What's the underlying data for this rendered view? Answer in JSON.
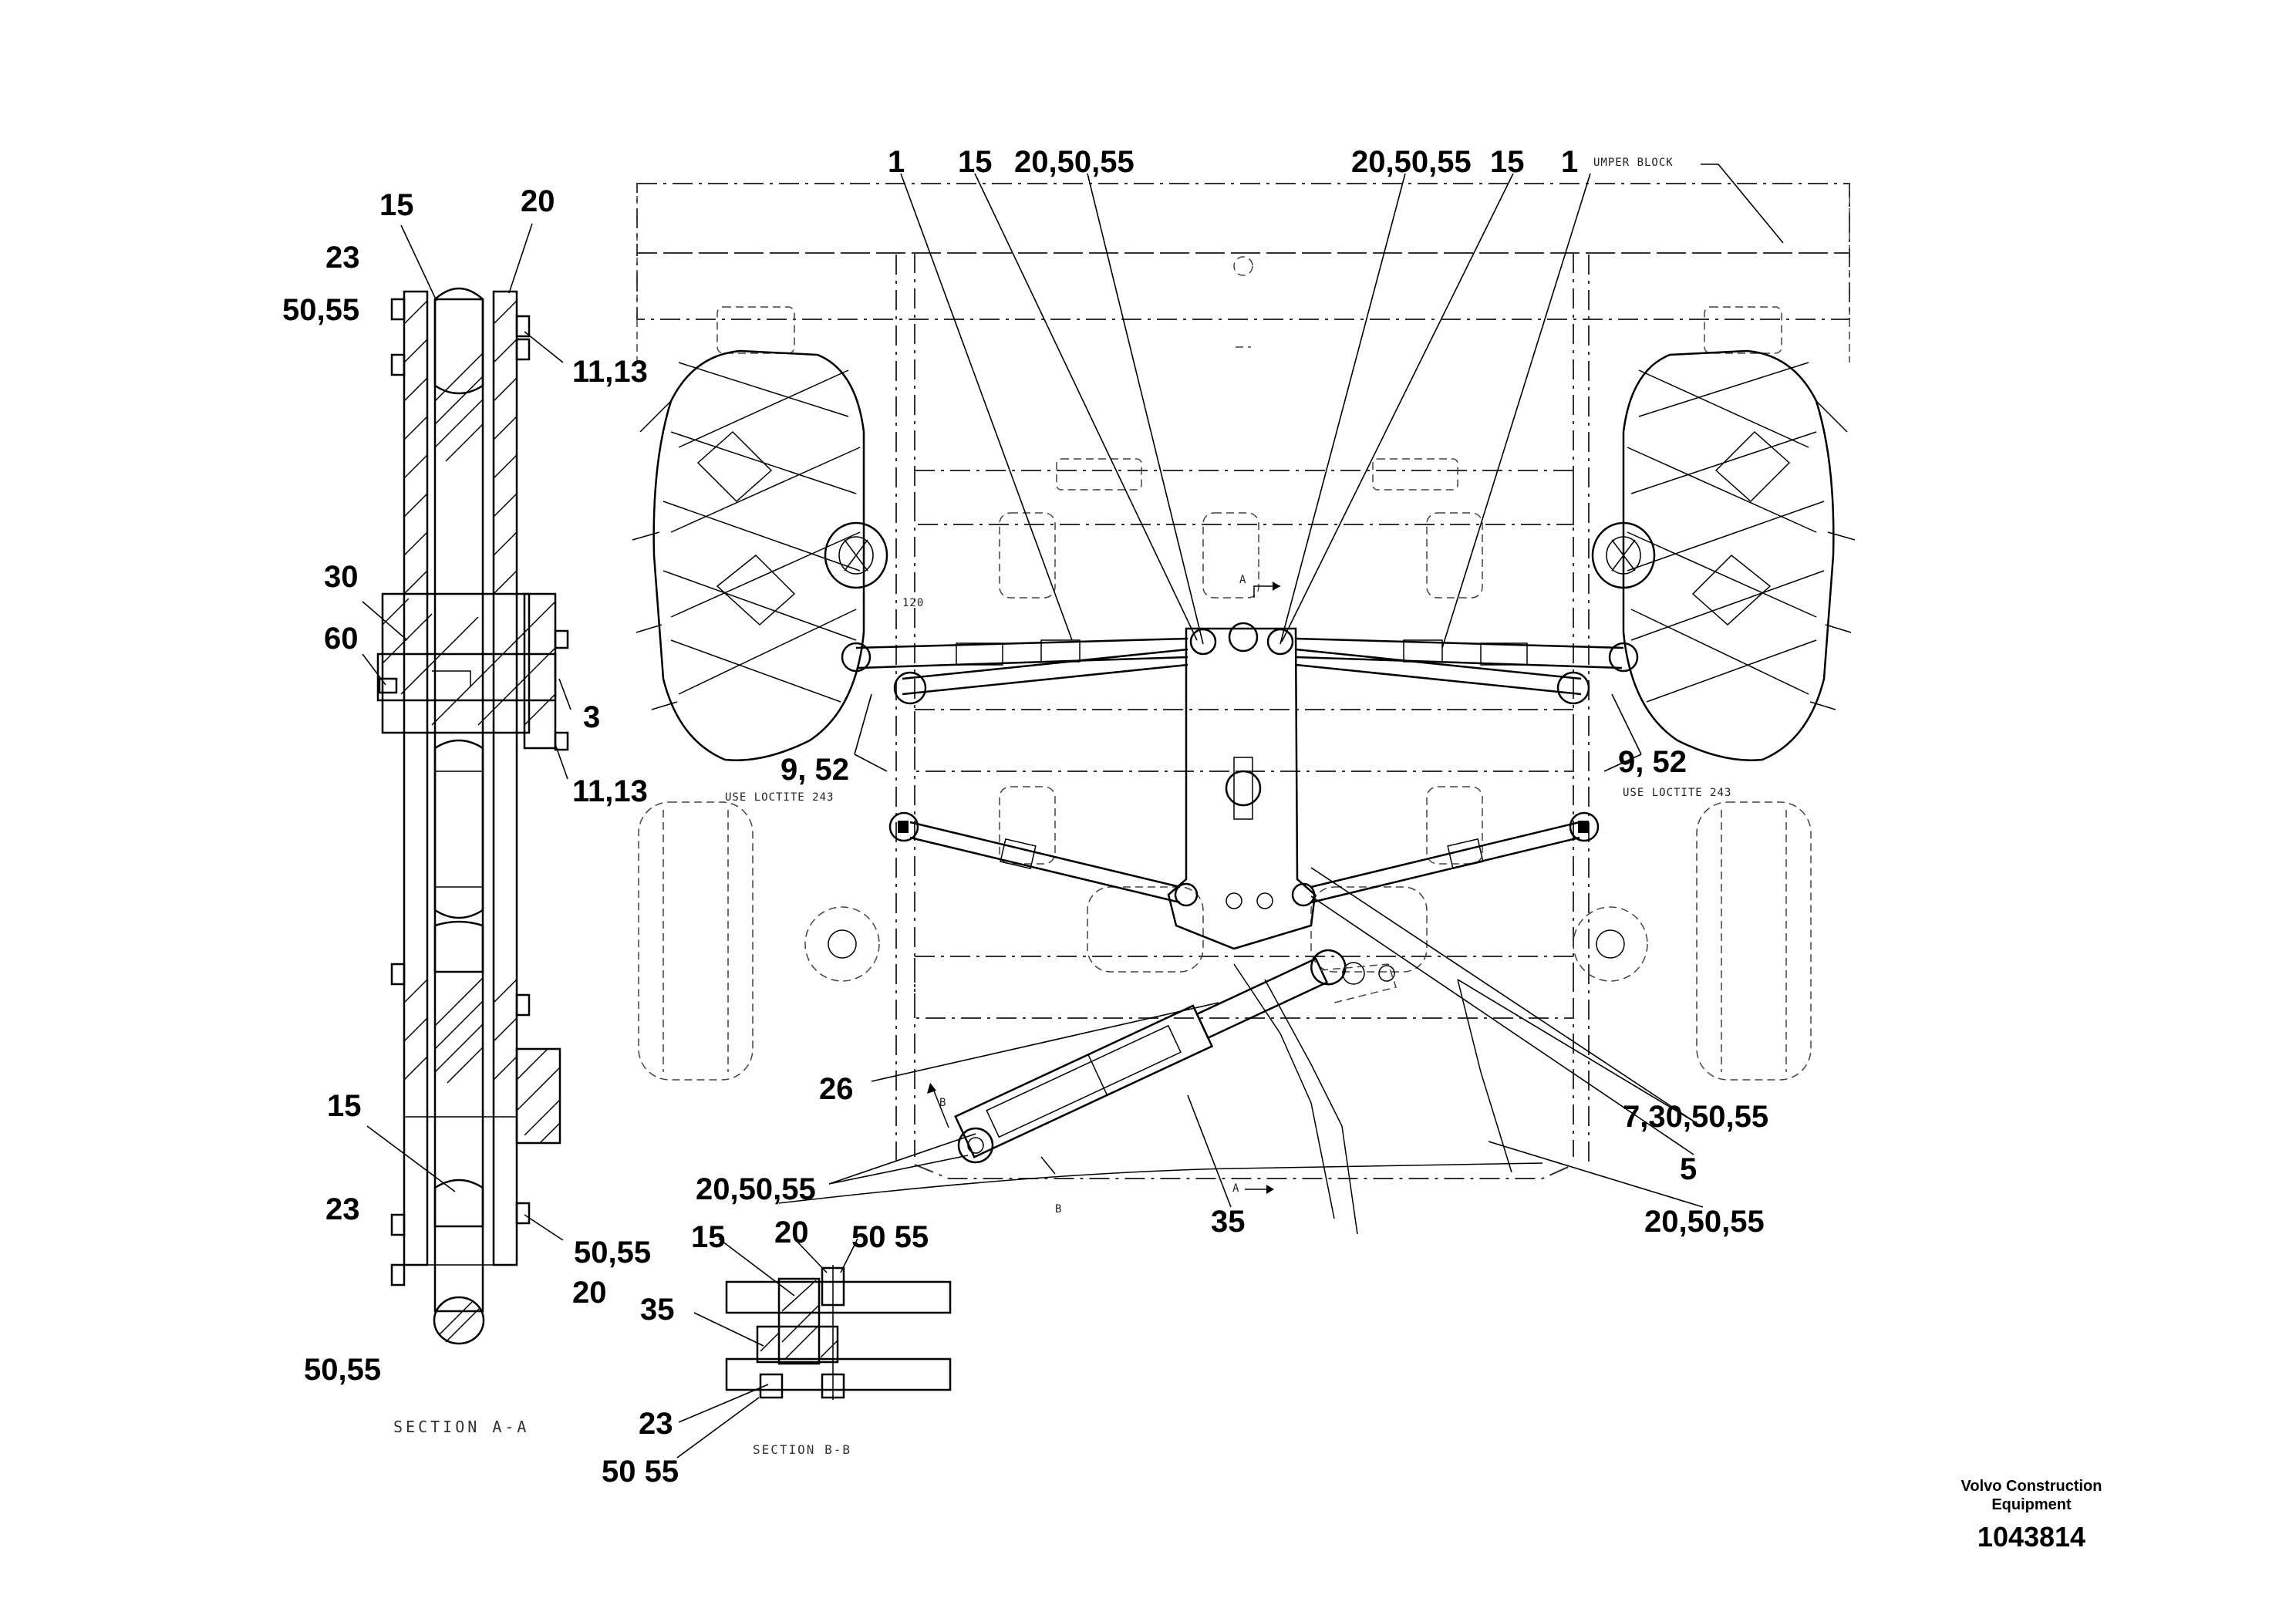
{
  "drawing": {
    "publisher_line1": "Volvo Construction",
    "publisher_line2": "Equipment",
    "drawing_number": "1043814"
  },
  "sections": {
    "a_a": "SECTION A-A",
    "b_b": "SECTION B-B"
  },
  "notes": {
    "jumper_block": "UMPER BLOCK",
    "loctite_left": "USE LOCTITE 243",
    "loctite_right": "USE LOCTITE 243",
    "dim_120": "120",
    "view_a_top": "A",
    "view_a_bottom": "A",
    "view_b_left": "B",
    "view_b_bottom": "B"
  },
  "callouts": {
    "main": {
      "top_1_left": "1",
      "top_15_left": "15",
      "top_20_50_55_left": "20,50,55",
      "top_20_50_55_right": "20,50,55",
      "top_15_right": "15",
      "top_1_right": "1",
      "mid_9_52_left": "9, 52",
      "mid_9_52_right": "9, 52",
      "c_26": "26",
      "c_7_30_50_55": "7,30,50,55",
      "c_5": "5",
      "c_20_50_55_lower_left": "20,50,55",
      "c_35": "35",
      "c_20_50_55_lower_right": "20,50,55"
    },
    "section_a": {
      "s15_top": "15",
      "s20_top": "20",
      "s23_top": "23",
      "s50_55_top": "50,55",
      "s11_13_top": "11,13",
      "s30": "30",
      "s60": "60",
      "s3": "3",
      "s11_13_mid": "11,13",
      "s15_bottom": "15",
      "s23_bottom": "23",
      "s50_55_right": "50,55",
      "s20_bottom": "20",
      "s50_55_bottom": "50,55"
    },
    "section_b": {
      "b15": "15",
      "b20": "20",
      "b50_55_top": "50 55",
      "b35": "35",
      "b23": "23",
      "b50_55_bottom": "50 55"
    }
  }
}
